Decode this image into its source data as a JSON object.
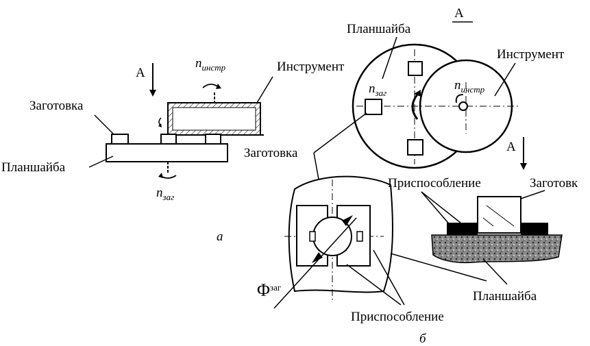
{
  "labels": {
    "view_letter_left": "A",
    "view_letter_right_top": "A",
    "view_letter_right": "A",
    "n_symbol": "n",
    "subscript_instr": "инстр",
    "subscript_zag": "заг",
    "tool_left": "Инструмент",
    "tool_right": "Инструмент",
    "workpiece_left": "Заготовка",
    "workpiece_mid": "Заготовка",
    "workpiece_right": "Заготовк",
    "faceplate_left": "Планшайба",
    "faceplate_top": "Планшайба",
    "faceplate_bottom": "Планшайба",
    "fixture_right": "Приспособление",
    "fixture_bottom": "Приспособление",
    "phi_symbol": "Φ",
    "phi_sub": "заг",
    "caption_a": "а",
    "caption_b": "б"
  }
}
